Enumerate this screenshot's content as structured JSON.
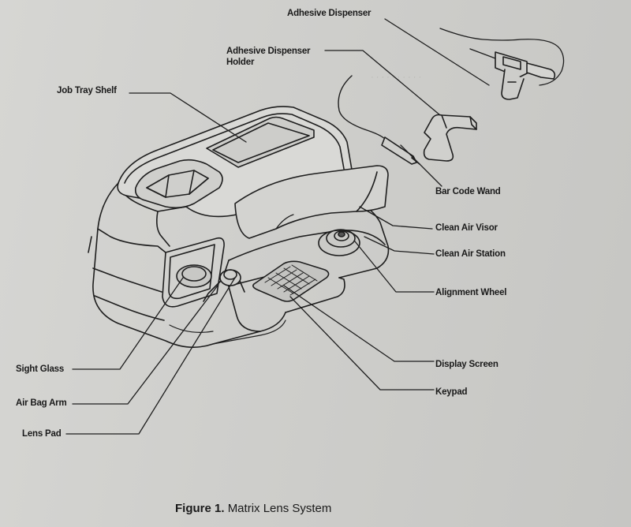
{
  "labels": {
    "adhesive_dispenser": "Adhesive Dispenser",
    "adhesive_dispenser_holder_line1": "Adhesive Dispenser",
    "adhesive_dispenser_holder_line2": "Holder",
    "job_tray_shelf": "Job Tray Shelf",
    "bar_code_wand": "Bar Code Wand",
    "clean_air_visor": "Clean Air Visor",
    "clean_air_station": "Clean Air Station",
    "alignment_wheel": "Alignment Wheel",
    "display_screen": "Display Screen",
    "keypad": "Keypad",
    "sight_glass": "Sight Glass",
    "air_bag_arm": "Air Bag Arm",
    "lens_pad": "Lens Pad"
  },
  "caption": {
    "figure": "Figure 1.",
    "title": "Matrix Lens System"
  }
}
